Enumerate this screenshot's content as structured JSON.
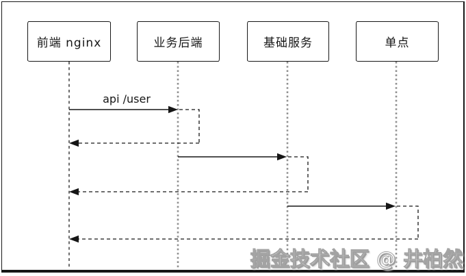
{
  "diagram": {
    "type": "sequence-diagram",
    "participants": [
      {
        "label": "前端 nginx"
      },
      {
        "label": "业务后端"
      },
      {
        "label": "基础服务"
      },
      {
        "label": "单点"
      }
    ],
    "messages": [
      {
        "from": "前端 nginx",
        "to": "业务后端",
        "label": "api /user",
        "line": "solid",
        "direction": "right"
      },
      {
        "from": "业务后端",
        "to": "前端 nginx",
        "label": "",
        "line": "dashed",
        "direction": "left"
      },
      {
        "from": "业务后端",
        "to": "基础服务",
        "label": "",
        "line": "solid",
        "direction": "right"
      },
      {
        "from": "基础服务",
        "to": "前端 nginx",
        "label": "",
        "line": "dashed",
        "direction": "left"
      },
      {
        "from": "基础服务",
        "to": "单点",
        "label": "",
        "line": "solid",
        "direction": "right"
      },
      {
        "from": "单点",
        "to": "前端 nginx",
        "label": "",
        "line": "dashed",
        "direction": "left"
      }
    ],
    "colors": {
      "line": "#161616",
      "lifeline_gray": "#919191",
      "background": "#ffffff"
    }
  },
  "watermark": {
    "text": "掘金技术社区 @ 井柏然"
  }
}
